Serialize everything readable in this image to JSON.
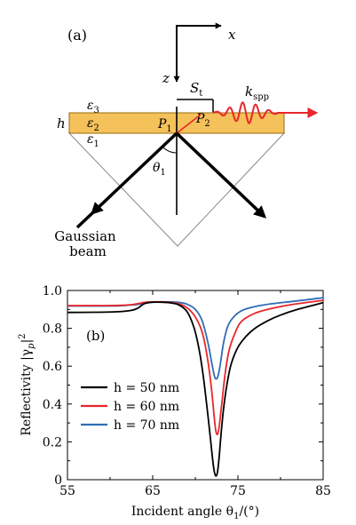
{
  "panel_a": {
    "label": "(a)",
    "axis_x": "x",
    "axis_z": "z",
    "shift_label": "S",
    "shift_sub": "t",
    "spp_label": "k",
    "spp_sub": "spp",
    "eps3": "ε",
    "eps3_sub": "3",
    "eps2": "ε",
    "eps2_sub": "2",
    "eps1": "ε",
    "eps1_sub": "1",
    "thickness": "h",
    "p1": "P",
    "p1_sub": "1",
    "p2": "P",
    "p2_sub": "2",
    "theta": "θ",
    "theta_sub": "1",
    "beam_line1": "Gaussian",
    "beam_line2": "beam",
    "colors": {
      "film": "#f5c15a",
      "film_edge": "#9a6a10",
      "spp": "#e8262b"
    }
  },
  "panel_b": {
    "label": "(b)",
    "ylabel": "Reflectivity |γ",
    "ylabel_sub": "p",
    "ylabel_end": "|",
    "ylabel_sup": "2",
    "xlabel": "Incident angle θ",
    "xlabel_sub": "1",
    "xlabel_end": "/(°)"
  },
  "chart_data": {
    "type": "line",
    "xlim": [
      55,
      85
    ],
    "ylim": [
      0,
      1.0
    ],
    "xticks": [
      "55",
      "65",
      "75",
      "85"
    ],
    "yticks": [
      "0",
      "0.2",
      "0.4",
      "0.6",
      "0.8",
      "1.0"
    ],
    "legend_position": "center-left",
    "series": [
      {
        "name": "h = 50 nm",
        "color": "#000000",
        "x": [
          55,
          58,
          61,
          62.5,
          63.2,
          63.6,
          64,
          64.5,
          65,
          66,
          67,
          68,
          69,
          69.8,
          70.4,
          70.9,
          71.3,
          71.7,
          72.0,
          72.2,
          72.4,
          72.6,
          72.8,
          73.0,
          73.3,
          73.7,
          74.2,
          75,
          76,
          77,
          78.5,
          80,
          82,
          85
        ],
        "y": [
          0.884,
          0.885,
          0.888,
          0.895,
          0.905,
          0.918,
          0.93,
          0.936,
          0.938,
          0.938,
          0.935,
          0.925,
          0.89,
          0.81,
          0.7,
          0.56,
          0.41,
          0.25,
          0.12,
          0.05,
          0.02,
          0.04,
          0.12,
          0.23,
          0.37,
          0.5,
          0.61,
          0.7,
          0.76,
          0.8,
          0.84,
          0.87,
          0.9,
          0.935
        ]
      },
      {
        "name": "h = 60 nm",
        "color": "#e8262b",
        "x": [
          55,
          58,
          61,
          62.5,
          63.2,
          63.6,
          64,
          64.5,
          65,
          66,
          67,
          68,
          69,
          70,
          70.8,
          71.4,
          71.9,
          72.2,
          72.4,
          72.6,
          72.8,
          73.1,
          73.5,
          74,
          74.8,
          75.5,
          77,
          78.5,
          80,
          82,
          85
        ],
        "y": [
          0.92,
          0.92,
          0.921,
          0.925,
          0.93,
          0.934,
          0.937,
          0.939,
          0.94,
          0.94,
          0.937,
          0.93,
          0.91,
          0.86,
          0.78,
          0.65,
          0.48,
          0.34,
          0.26,
          0.24,
          0.28,
          0.4,
          0.56,
          0.69,
          0.79,
          0.84,
          0.88,
          0.9,
          0.915,
          0.93,
          0.948
        ]
      },
      {
        "name": "h = 70 nm",
        "color": "#2f6db5",
        "x": [
          55,
          58,
          61,
          63,
          64,
          65,
          66,
          67,
          68,
          69,
          70,
          70.8,
          71.5,
          72.0,
          72.3,
          72.6,
          72.9,
          73.3,
          73.8,
          74.5,
          75.5,
          77,
          79,
          82,
          85
        ],
        "y": [
          0.918,
          0.918,
          0.919,
          0.925,
          0.932,
          0.938,
          0.94,
          0.94,
          0.937,
          0.928,
          0.9,
          0.84,
          0.72,
          0.6,
          0.54,
          0.54,
          0.6,
          0.72,
          0.81,
          0.86,
          0.895,
          0.915,
          0.93,
          0.945,
          0.962
        ]
      }
    ]
  }
}
